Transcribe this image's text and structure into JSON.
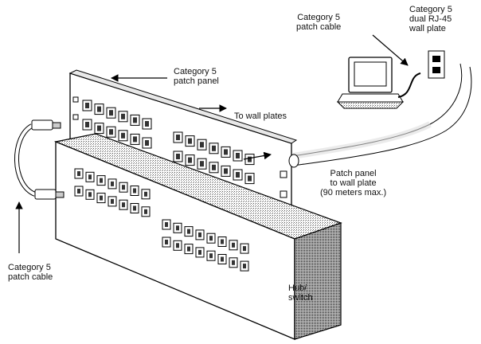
{
  "labels": {
    "patch_cable_top_line1": "Category 5",
    "patch_cable_top_line2": "patch cable",
    "wall_plate_line1": "Category 5",
    "wall_plate_line2": "dual RJ-45",
    "wall_plate_line3": "wall plate",
    "patch_panel_line1": "Category 5",
    "patch_panel_line2": "patch panel",
    "to_wall_plates": "To wall plates",
    "run_line1": "Patch panel",
    "run_line2": "to wall plate",
    "run_line3": "(90 meters max.)",
    "patch_cable_left_line1": "Category 5",
    "patch_cable_left_line2": "patch cable",
    "hub_line1": "Hub/",
    "hub_line2": "switch"
  }
}
